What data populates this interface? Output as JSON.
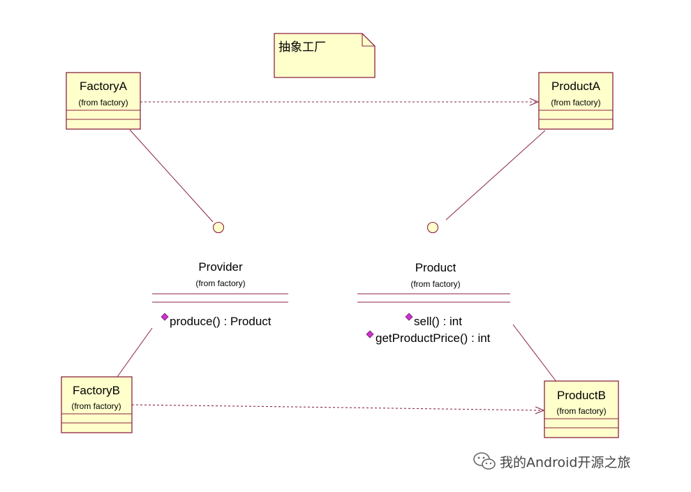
{
  "note": {
    "text": "抽象工厂"
  },
  "classes": {
    "factoryA": {
      "name": "FactoryA",
      "package": "(from factory)"
    },
    "productA": {
      "name": "ProductA",
      "package": "(from factory)"
    },
    "factoryB": {
      "name": "FactoryB",
      "package": "(from factory)"
    },
    "productB": {
      "name": "ProductB",
      "package": "(from factory)"
    }
  },
  "interfaces": {
    "provider": {
      "name": "Provider",
      "package": "(from factory)",
      "operations": [
        "produce() : Product"
      ]
    },
    "product": {
      "name": "Product",
      "package": "(from factory)",
      "operations": [
        "sell() : int",
        "getProductPrice() : int"
      ]
    }
  },
  "watermark": {
    "text": "我的Android开源之旅"
  },
  "colors": {
    "box_fill": "#ffffcc",
    "line": "#8b2340",
    "operation_icon": "#cc33cc"
  }
}
